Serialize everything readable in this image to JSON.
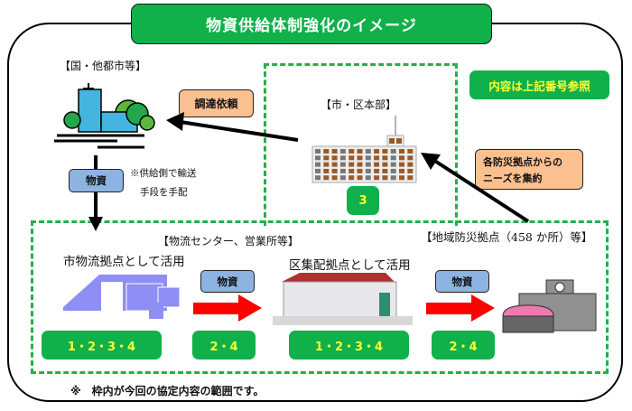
{
  "title": "物資供給体制強化のイメージ",
  "legend_note": "内容は上記番号参照",
  "nodes": {
    "national": {
      "label": "【国・他都市等】"
    },
    "city_hq": {
      "label": "【市・区本部】",
      "badge": "3"
    },
    "logistics": {
      "label": "【物流センター、営業所等】",
      "city_hub_caption": "市物流拠点として活用",
      "city_hub_badge": "1・2・3・4",
      "ward_hub_caption": "区集配拠点として活用",
      "ward_hub_badge": "1・2・3・4"
    },
    "disaster": {
      "label": "【地域防災拠点（458 か所）等】"
    }
  },
  "edges": {
    "request_label": "調達依頼",
    "needs_label_line1": "各防災拠点からの",
    "needs_label_line2": "ニーズを集約",
    "supply_label": "物資",
    "supply_note_line1": "※供給側で輸送",
    "supply_note_line2": "手段を手配",
    "transfer1": {
      "label": "物資",
      "badge": "2・4"
    },
    "transfer2": {
      "label": "物資",
      "badge": "2・4"
    }
  },
  "footnote": "※　枠内が今回の協定内容の範囲です。",
  "colors": {
    "green": "#10b04a",
    "badge_text": "#ffff33",
    "blue_tag": "#8db3e2",
    "peach_tag": "#fac090",
    "arrow_red": "#ff0000",
    "dash_green": "#22b04a"
  }
}
